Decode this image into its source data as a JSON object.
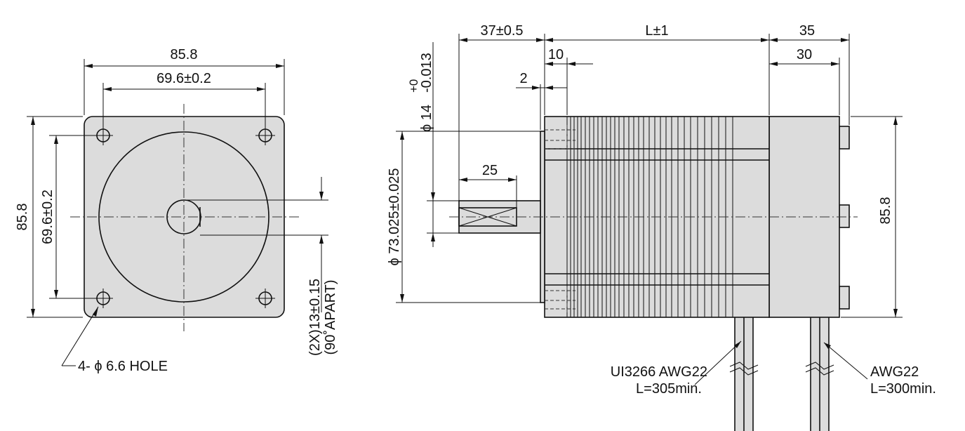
{
  "front_view": {
    "width_overall": "85.8",
    "hole_spacing_h": "69.6±0.2",
    "height_overall": "85.8",
    "hole_spacing_v": "69.6±0.2",
    "hole_callout": "4- ϕ 6.6 HOLE",
    "flat_dimension_line1": "(2X)13±0.15",
    "flat_dimension_line2": "(90˚APART)"
  },
  "side_view": {
    "shaft_extension": "37±0.5",
    "body_length": "L±1",
    "rear_overall": "35",
    "rear_cap": "30",
    "boss_depth": "10",
    "boss_step": "2",
    "shaft_diameter_label": "ϕ 14",
    "shaft_tol_upper": "+0",
    "shaft_tol_lower": "-0.013",
    "key_length": "25",
    "pilot_diameter": "ϕ 73.025±0.025",
    "height_overall": "85.8"
  },
  "cables": {
    "left_line1": "UI3266 AWG22",
    "left_line2": "L=305min.",
    "right_line1": "AWG22",
    "right_line2": "L=300min."
  }
}
